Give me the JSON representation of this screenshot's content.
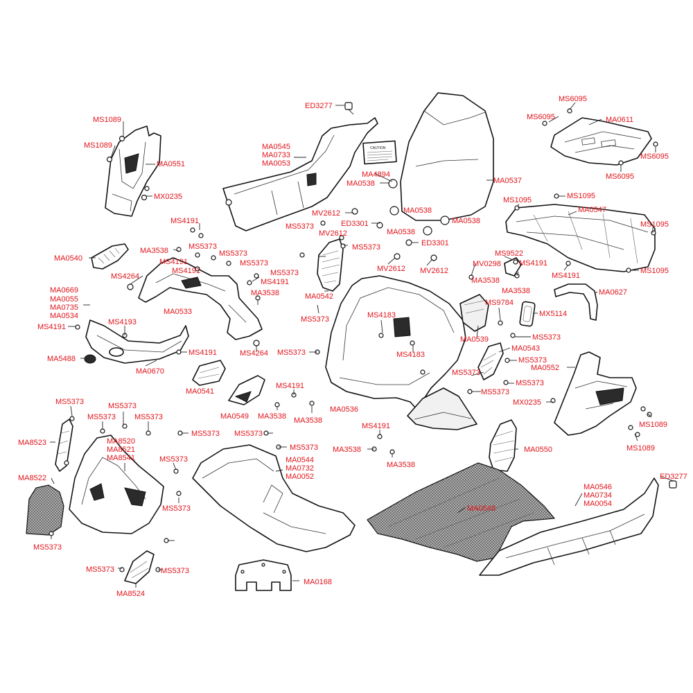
{
  "diagram": {
    "labels": [
      {
        "id": "l1",
        "text": "ED3277"
      },
      {
        "id": "l2",
        "text": "MS1089"
      },
      {
        "id": "l3",
        "text": "MS1089"
      },
      {
        "id": "l4",
        "text": "MA0551"
      },
      {
        "id": "l5",
        "text": "MX0235"
      },
      {
        "id": "l6",
        "text": "MA0545"
      },
      {
        "id": "l7",
        "text": "MA0733"
      },
      {
        "id": "l8",
        "text": "MA0053"
      },
      {
        "id": "l9",
        "text": "MA4894"
      },
      {
        "id": "l10",
        "text": "MA0538"
      },
      {
        "id": "l11",
        "text": "MA0537"
      },
      {
        "id": "l12",
        "text": "MS6095"
      },
      {
        "id": "l13",
        "text": "MS6095"
      },
      {
        "id": "l14",
        "text": "MA0611"
      },
      {
        "id": "l15",
        "text": "MS6095"
      },
      {
        "id": "l16",
        "text": "MS6095"
      },
      {
        "id": "l17",
        "text": "MS1095"
      },
      {
        "id": "l18",
        "text": "MS1095"
      },
      {
        "id": "l19",
        "text": "MA0547"
      },
      {
        "id": "l20",
        "text": "MS1095"
      },
      {
        "id": "l21",
        "text": "MS1095"
      },
      {
        "id": "l22",
        "text": "MS4191"
      },
      {
        "id": "l23",
        "text": "MS5373"
      },
      {
        "id": "l24",
        "text": "MA3538"
      },
      {
        "id": "l25",
        "text": "MS4191"
      },
      {
        "id": "l26",
        "text": "MS5373"
      },
      {
        "id": "l27",
        "text": "MS5373"
      },
      {
        "id": "l28",
        "text": "MS4191"
      },
      {
        "id": "l29",
        "text": "MS5373"
      },
      {
        "id": "l30",
        "text": "MS4191"
      },
      {
        "id": "l31",
        "text": "MA0540"
      },
      {
        "id": "l32",
        "text": "MS4264"
      },
      {
        "id": "l33",
        "text": "MA0533"
      },
      {
        "id": "l34",
        "text": "MA3538"
      },
      {
        "id": "l35",
        "text": "MS4264"
      },
      {
        "id": "l36",
        "text": "MA0669"
      },
      {
        "id": "l37",
        "text": "MA0055"
      },
      {
        "id": "l38",
        "text": "MA0735"
      },
      {
        "id": "l39",
        "text": "MA0534"
      },
      {
        "id": "l40",
        "text": "MS4191"
      },
      {
        "id": "l41",
        "text": "MS4193"
      },
      {
        "id": "l42",
        "text": "MA5488"
      },
      {
        "id": "l43",
        "text": "MS4191"
      },
      {
        "id": "l44",
        "text": "MA0670"
      },
      {
        "id": "l45",
        "text": "MV2612"
      },
      {
        "id": "l46",
        "text": "ED3301"
      },
      {
        "id": "l47",
        "text": "MS5373"
      },
      {
        "id": "l48",
        "text": "MV2612"
      },
      {
        "id": "l49",
        "text": "MS5373"
      },
      {
        "id": "l50",
        "text": "MA0538"
      },
      {
        "id": "l51",
        "text": "MA0538"
      },
      {
        "id": "l52",
        "text": "MA0538"
      },
      {
        "id": "l53",
        "text": "ED3301"
      },
      {
        "id": "l54",
        "text": "MV2612"
      },
      {
        "id": "l55",
        "text": "MV2612"
      },
      {
        "id": "l56",
        "text": "MV0298"
      },
      {
        "id": "l57",
        "text": "MS9522"
      },
      {
        "id": "l58",
        "text": "MS4191"
      },
      {
        "id": "l59",
        "text": "MA3538"
      },
      {
        "id": "l60",
        "text": "MA3538"
      },
      {
        "id": "l61",
        "text": "MS4191"
      },
      {
        "id": "l62",
        "text": "MA0627"
      },
      {
        "id": "l63",
        "text": "MA0542"
      },
      {
        "id": "l64",
        "text": "MS5373"
      },
      {
        "id": "l65",
        "text": "MS4183"
      },
      {
        "id": "l66",
        "text": "MS4183"
      },
      {
        "id": "l67",
        "text": "MS5373"
      },
      {
        "id": "l68",
        "text": "MA0539"
      },
      {
        "id": "l69",
        "text": "MS9784"
      },
      {
        "id": "l70",
        "text": "MX5114"
      },
      {
        "id": "l71",
        "text": "MS5373"
      },
      {
        "id": "l72",
        "text": "MA0543"
      },
      {
        "id": "l73",
        "text": "MS5373"
      },
      {
        "id": "l74",
        "text": "MA0552"
      },
      {
        "id": "l75",
        "text": "MS5373"
      },
      {
        "id": "l76",
        "text": "MS5373"
      },
      {
        "id": "l77",
        "text": "MS5373"
      },
      {
        "id": "l78",
        "text": "MX0235"
      },
      {
        "id": "l79",
        "text": "MS1089"
      },
      {
        "id": "l80",
        "text": "MS1089"
      },
      {
        "id": "l81",
        "text": "MA0541"
      },
      {
        "id": "l82",
        "text": "MA0549"
      },
      {
        "id": "l83",
        "text": "MS4191"
      },
      {
        "id": "l84",
        "text": "MA3538"
      },
      {
        "id": "l85",
        "text": "MA3538"
      },
      {
        "id": "l86",
        "text": "MA0536"
      },
      {
        "id": "l87",
        "text": "MS4191"
      },
      {
        "id": "l88",
        "text": "MA3538"
      },
      {
        "id": "l89",
        "text": "MA3538"
      },
      {
        "id": "l90",
        "text": "MA0550"
      },
      {
        "id": "l91",
        "text": "MS5373"
      },
      {
        "id": "l92",
        "text": "MS5373"
      },
      {
        "id": "l93",
        "text": "MS5373"
      },
      {
        "id": "l94",
        "text": "MS5373"
      },
      {
        "id": "l95",
        "text": "MA8523"
      },
      {
        "id": "l96",
        "text": "MA8520"
      },
      {
        "id": "l97",
        "text": "MA8521"
      },
      {
        "id": "l98",
        "text": "MA8541"
      },
      {
        "id": "l99",
        "text": "MS5373"
      },
      {
        "id": "l100",
        "text": "MS5373"
      },
      {
        "id": "l101",
        "text": "MS5373"
      },
      {
        "id": "l102",
        "text": "MA8522"
      },
      {
        "id": "l103",
        "text": "MS5373"
      },
      {
        "id": "l104",
        "text": "MS5373"
      },
      {
        "id": "l105",
        "text": "MS5373"
      },
      {
        "id": "l106",
        "text": "MS5373"
      },
      {
        "id": "l107",
        "text": "MA8524"
      },
      {
        "id": "l108",
        "text": "MS5373"
      },
      {
        "id": "l109",
        "text": "MA0544"
      },
      {
        "id": "l110",
        "text": "MA0732"
      },
      {
        "id": "l111",
        "text": "MA0052"
      },
      {
        "id": "l112",
        "text": "MA0168"
      },
      {
        "id": "l113",
        "text": "MA0548"
      },
      {
        "id": "l114",
        "text": "MA0546"
      },
      {
        "id": "l115",
        "text": "MA0734"
      },
      {
        "id": "l116",
        "text": "MA0054"
      },
      {
        "id": "l117",
        "text": "ED3277"
      }
    ],
    "caution_sticker_text": "CAUTION",
    "colors": {
      "label": "#e1141b",
      "line": "#111111",
      "background": "#ffffff"
    }
  }
}
